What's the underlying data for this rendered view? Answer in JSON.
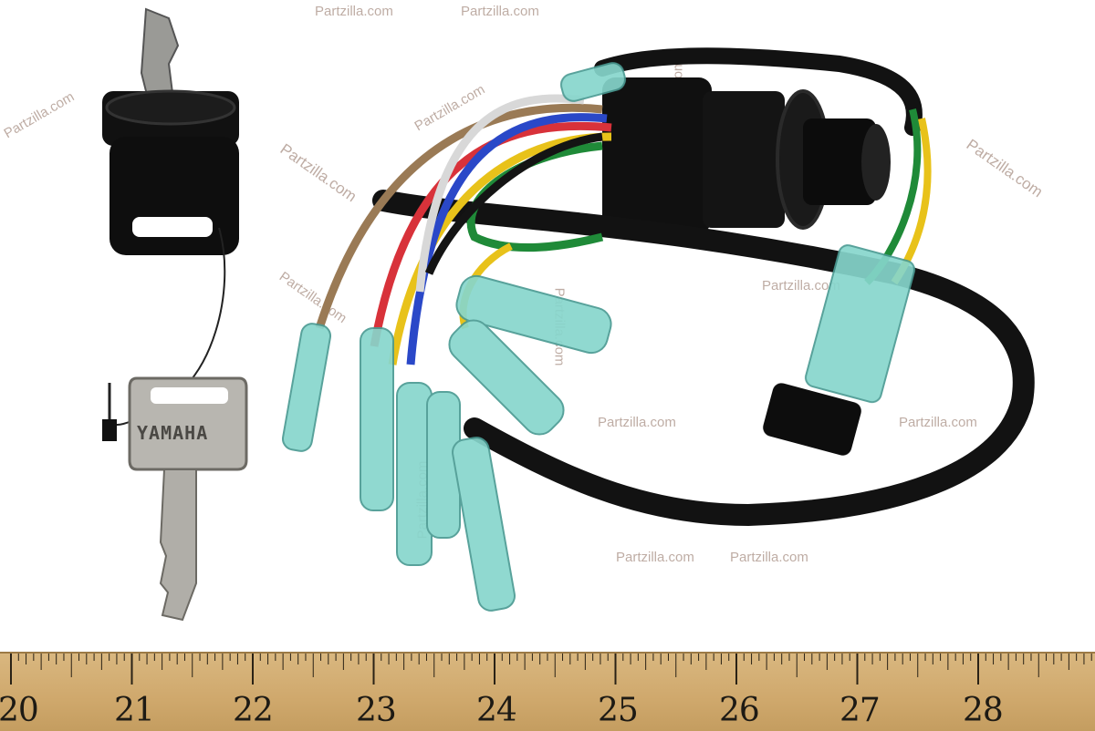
{
  "watermark": "Partzilla.com",
  "key_brand": "YAMAHA",
  "ruler": {
    "numbers": [
      "20",
      "21",
      "22",
      "23",
      "24",
      "25",
      "26",
      "27",
      "28"
    ]
  },
  "colors": {
    "wire_brown": "#9a7a55",
    "wire_red": "#d8323a",
    "wire_yellow": "#e8c21a",
    "wire_blue": "#2a48c8",
    "wire_white": "#d8d8d8",
    "wire_green": "#1f8a38",
    "wire_black": "#141414",
    "terminal_sleeve": "#86d6cc",
    "ruler_wood": "#d3ab6f"
  }
}
